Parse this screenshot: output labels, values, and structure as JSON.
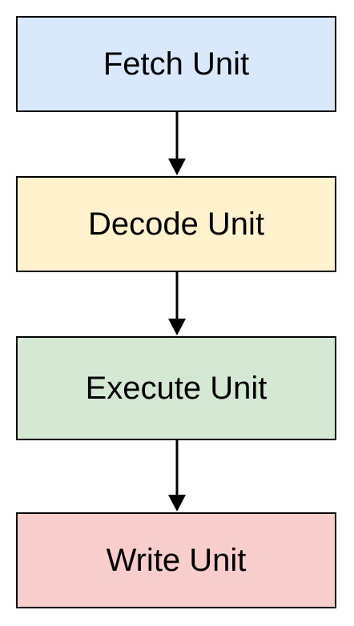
{
  "diagram": {
    "nodes": [
      {
        "id": "fetch",
        "label": "Fetch Unit",
        "fill": "#dae8fc"
      },
      {
        "id": "decode",
        "label": "Decode Unit",
        "fill": "#fff2cc"
      },
      {
        "id": "execute",
        "label": "Execute Unit",
        "fill": "#d5e8d4"
      },
      {
        "id": "write",
        "label": "Write Unit",
        "fill": "#f8cecc"
      }
    ],
    "edges": [
      {
        "from": "fetch",
        "to": "decode"
      },
      {
        "from": "decode",
        "to": "execute"
      },
      {
        "from": "execute",
        "to": "write"
      }
    ],
    "stroke_color": "#000000"
  }
}
